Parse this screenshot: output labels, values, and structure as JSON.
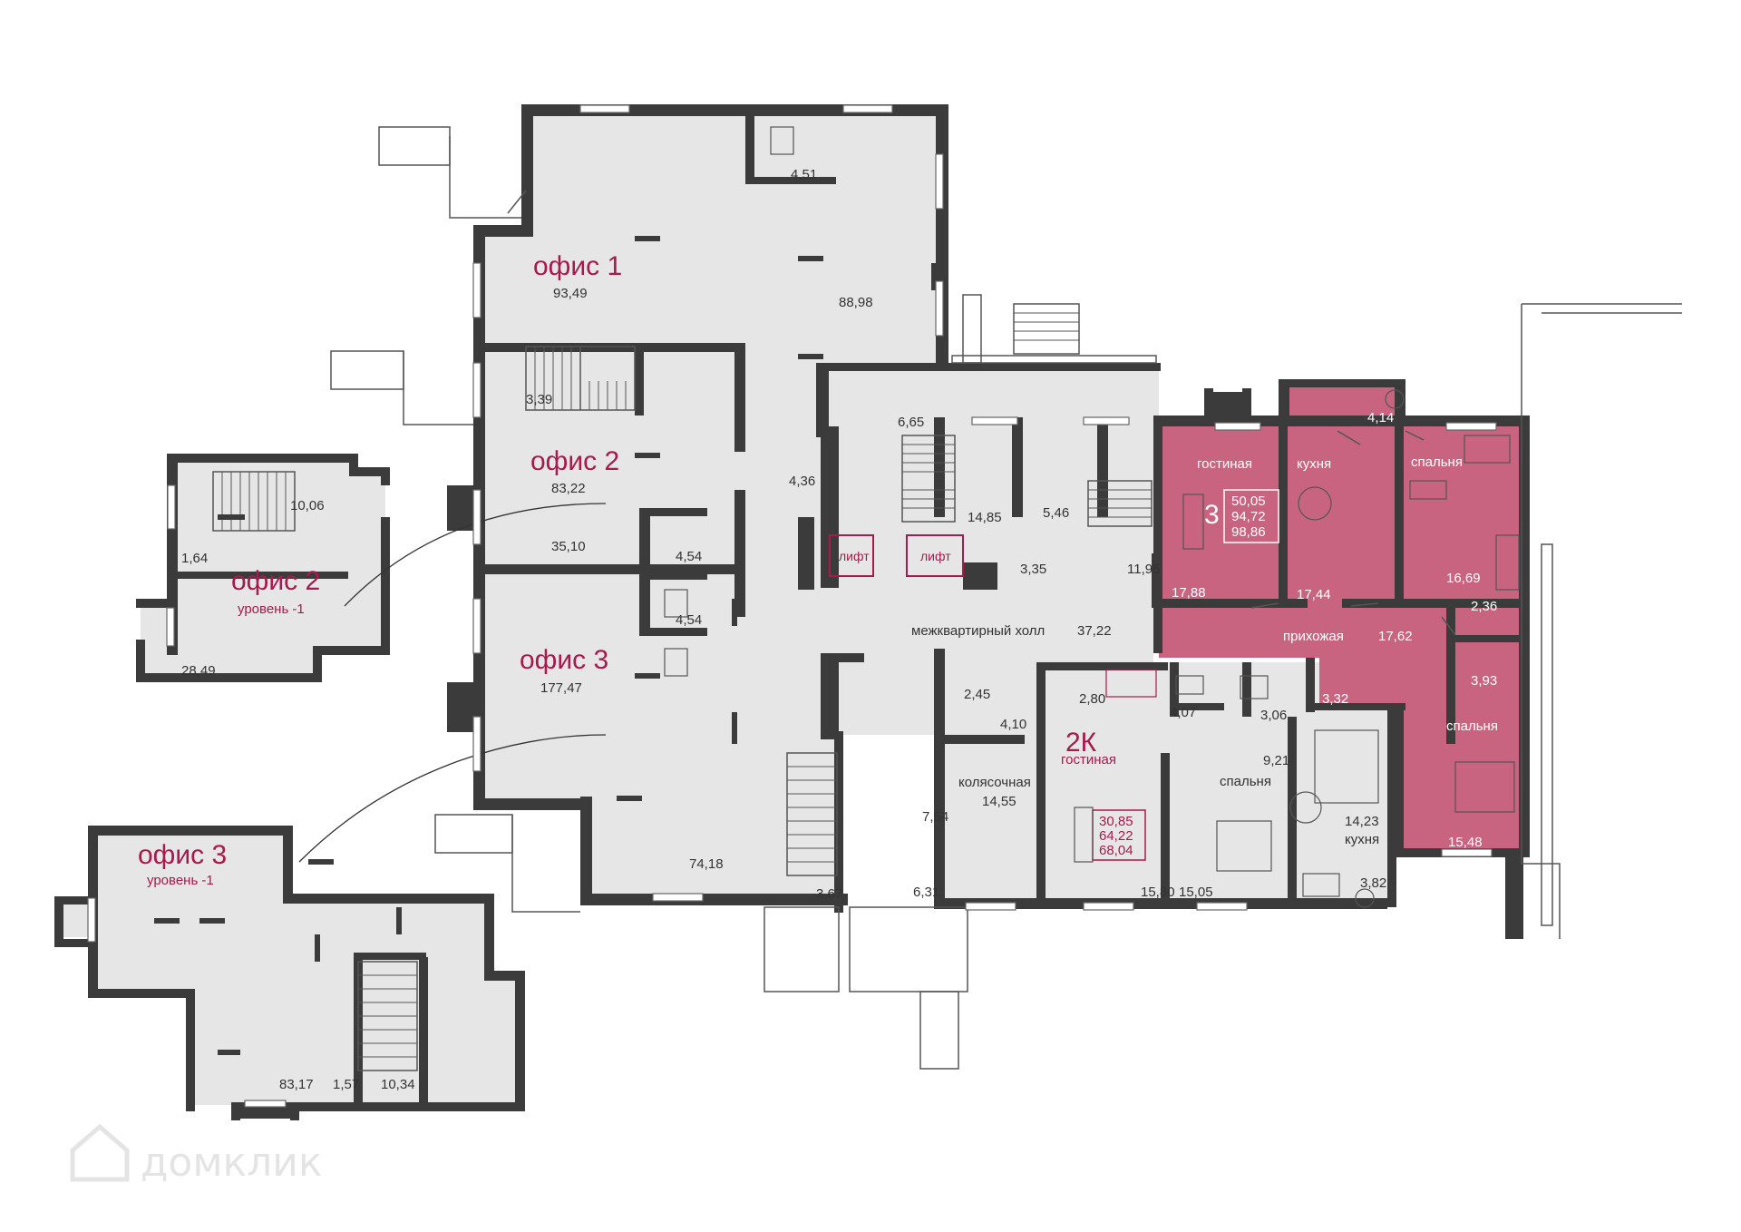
{
  "offices": {
    "office1": {
      "name": "офис 1",
      "total": "93,49",
      "main": "88,98",
      "wc": "4,51"
    },
    "office2": {
      "name": "офис 2",
      "total": "83,22",
      "main": "35,10",
      "stair": "3,39",
      "wc1": "4,54",
      "wc2": "4,54"
    },
    "office3": {
      "name": "офис 3",
      "total": "177,47",
      "main": "74,18",
      "stair": "3,67"
    },
    "office2_lower": {
      "name": "офис 2",
      "level": "уровень -1",
      "main": "28,49",
      "stair": "10,06",
      "small": "1,64"
    },
    "office3_lower": {
      "name": "офис 3",
      "level": "уровень -1",
      "main": "83,17",
      "small": "1,57",
      "stair": "10,34"
    }
  },
  "common": {
    "a": "4,36",
    "b": "6,65",
    "c": "14,85",
    "d": "5,46",
    "e": "3,35",
    "f": "11,95",
    "hall_label": "межквартирный холл",
    "hall_area": "37,22",
    "g": "2,45",
    "h": "4,10",
    "stroller_label": "колясочная",
    "stroller_area": "14,55",
    "i": "7,54",
    "j": "6,31",
    "lift1": "лифт",
    "lift2": "лифт"
  },
  "apt3": {
    "rooms": "3",
    "area_living": "50,05",
    "area_total": "94,72",
    "area_full": "98,86",
    "living_label": "гостиная",
    "living_area": "17,88",
    "kitchen_label": "кухня",
    "kitchen_area": "17,44",
    "balcony_area": "4,14",
    "bedroom1_label": "спальня",
    "bedroom1_area": "16,69",
    "hall_label": "прихожая",
    "hall_area": "17,62",
    "bath1_area": "2,36",
    "bath2_area": "3,93",
    "closet_area": "3,32",
    "bedroom2_label": "спальня",
    "bedroom2_area": "15,48"
  },
  "apt2k": {
    "rooms": "2К",
    "living_label": "гостиная",
    "area_living": "30,85",
    "area_total": "64,22",
    "area_full": "68,04",
    "closet_area": "2,80",
    "bath_area": "4,07",
    "wc_area": "3,06",
    "living_area": "15,80",
    "bedroom_label": "спальня",
    "bedroom_area": "15,05",
    "corridor_area": "9,21",
    "kitchen_label": "кухня",
    "kitchen_area": "14,23",
    "balcony_area": "3,82"
  },
  "watermark": "домклик"
}
